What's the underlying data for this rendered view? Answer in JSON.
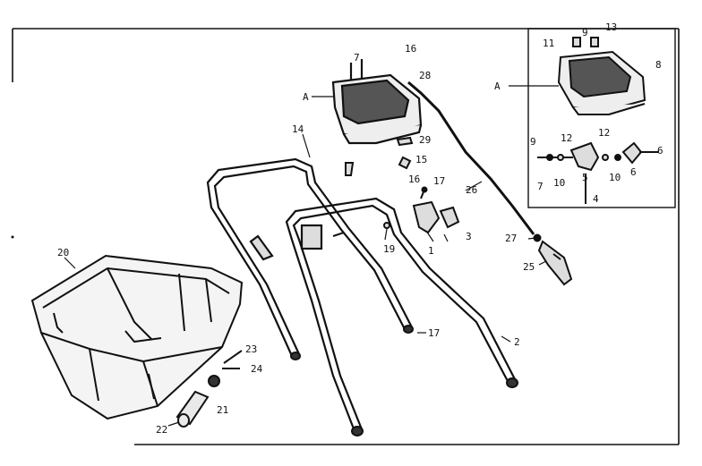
{
  "diagram": {
    "labels": {
      "a1": "A",
      "a2": "A",
      "n1": "1",
      "n2": "2",
      "n3": "3",
      "n4": "4",
      "n5": "5",
      "n6a": "6",
      "n6b": "6",
      "n7a": "7",
      "n7b": "7",
      "n8": "8",
      "n9": "9",
      "n10a": "10",
      "n10b": "10",
      "n11": "11",
      "n12a": "12",
      "n12b": "12",
      "n13": "13",
      "n14": "14",
      "n15": "15",
      "n16a": "16",
      "n16b": "16",
      "n17a": "17",
      "n17b": "17",
      "n19": "19",
      "n20": "20",
      "n21": "21",
      "n22": "22",
      "n23": "23",
      "n24": "24",
      "n25": "25",
      "n26": "26",
      "n27": "27",
      "n28": "28",
      "n29": "29"
    }
  }
}
